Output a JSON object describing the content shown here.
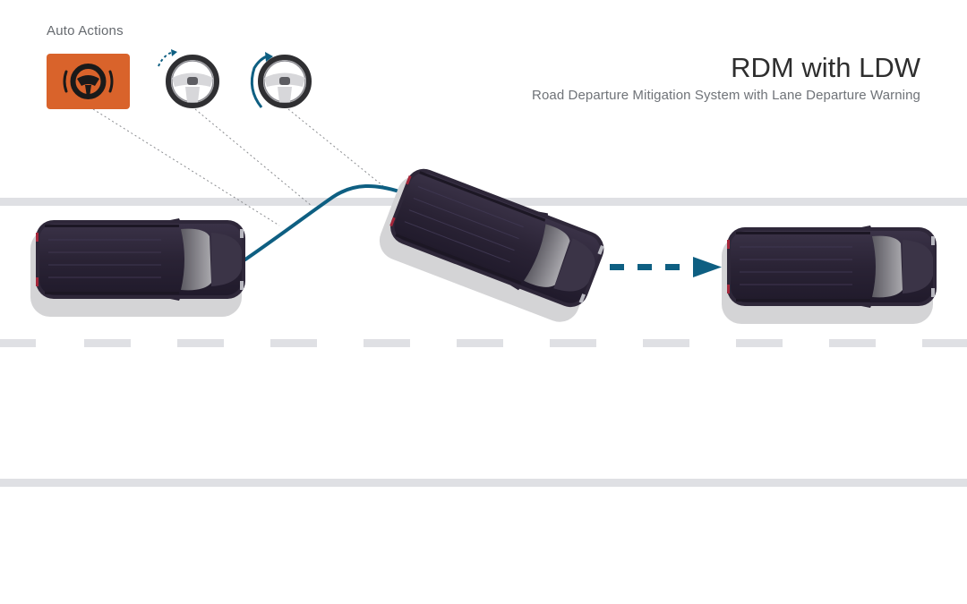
{
  "header": {
    "auto_actions_label": "Auto Actions",
    "title": "RDM with LDW",
    "subtitle": "Road Departure Mitigation System with Lane Departure Warning"
  },
  "actions": [
    {
      "icon": "steering-warning-icon",
      "state": "warning",
      "color": "#d9632b"
    },
    {
      "icon": "steering-wheel-vibration-icon",
      "state": "vibration"
    },
    {
      "icon": "steering-wheel-assist-icon",
      "state": "steering-assist"
    }
  ],
  "colors": {
    "accent": "#0e5f82",
    "warning": "#d9632b",
    "road_line": "#dfe0e4",
    "vehicle": "#2b2436"
  }
}
